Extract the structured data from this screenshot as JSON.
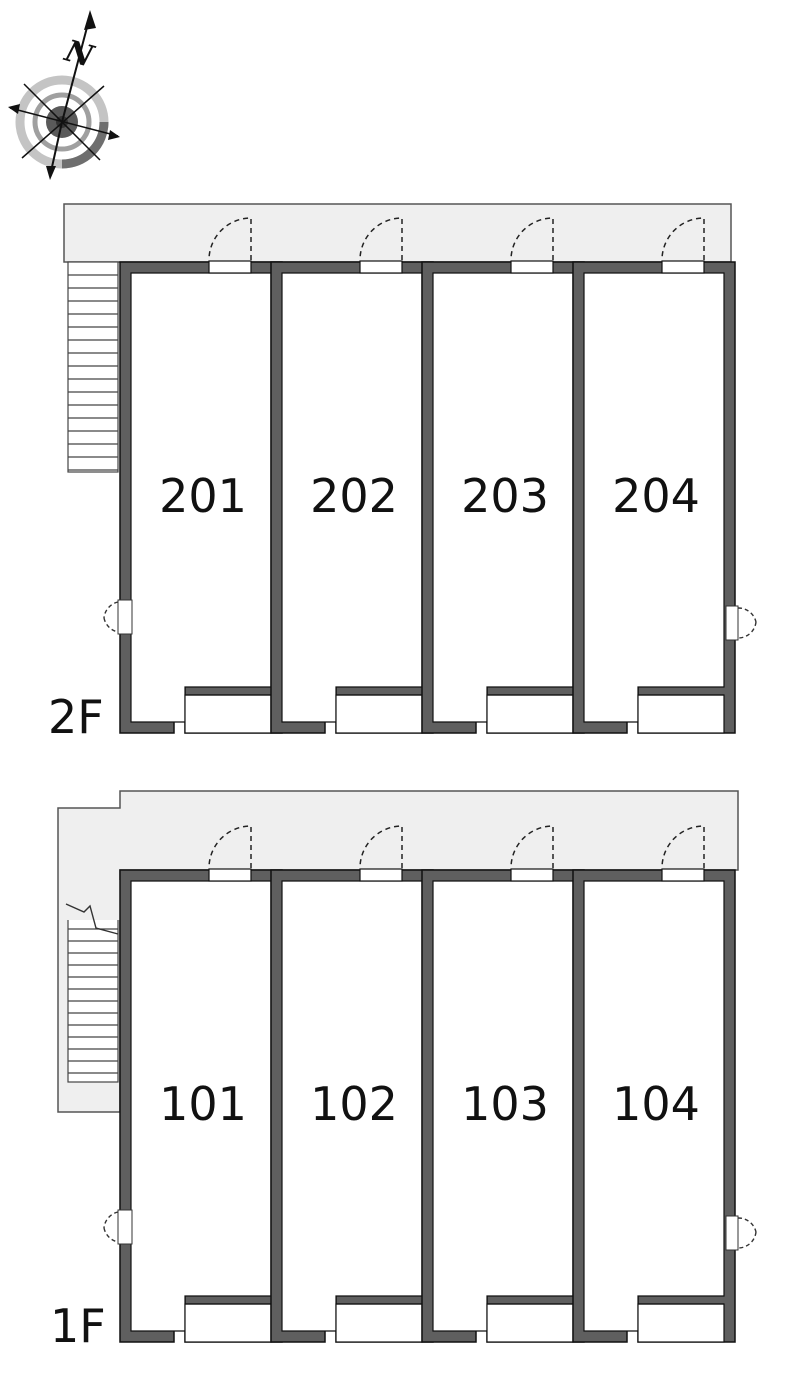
{
  "compass": {
    "label": "N",
    "icon": "compass-rose-icon"
  },
  "floors": [
    {
      "id": "2F",
      "label": "2F",
      "units": [
        "201",
        "202",
        "203",
        "204"
      ]
    },
    {
      "id": "1F",
      "label": "1F",
      "units": [
        "101",
        "102",
        "103",
        "104"
      ]
    }
  ],
  "colors": {
    "wall": "#5f5f5f",
    "corridor": "#efefef",
    "outline": "#111111"
  }
}
